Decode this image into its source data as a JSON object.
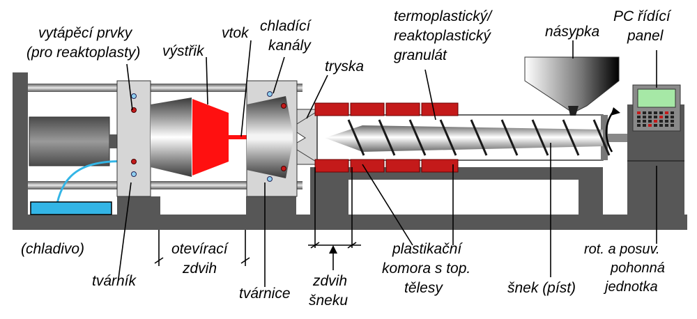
{
  "labels": {
    "heating_elements": [
      "vytápěcí prvky",
      "(pro reaktoplasty)"
    ],
    "moulding": "výstřik",
    "sprue": "vtok",
    "cooling_channels": [
      "chladící",
      "kanály"
    ],
    "nozzle": "tryska",
    "granulate": [
      "termoplastický/",
      "reaktoplastický",
      "granulát"
    ],
    "hopper": "násypka",
    "pc_panel": [
      "PC řídící",
      "panel"
    ],
    "coolant": "(chladivo)",
    "mould_half_moving": "tvárník",
    "opening_stroke": [
      "otevírací",
      "zdvih"
    ],
    "mould_half_fixed": "tvárnice",
    "screw_stroke": [
      "zdvih",
      "šneku"
    ],
    "plasticizing_chamber": [
      "plastikační",
      "komora s top.",
      "tělesy"
    ],
    "screw": "šnek (píst)",
    "drive_unit": [
      "rot. a posuv.",
      "pohonná",
      "jednotka"
    ]
  },
  "colors": {
    "mould_part": "#ff1010",
    "heater_band": "#c41a1a",
    "coolant": "#33b5e6",
    "frame": "#575757",
    "plate": "#d6d6d6",
    "screen": "#a6e8a6"
  },
  "icons": {
    "rotation": "curved-arrow-icon",
    "stroke": "up-arrow-icon"
  }
}
